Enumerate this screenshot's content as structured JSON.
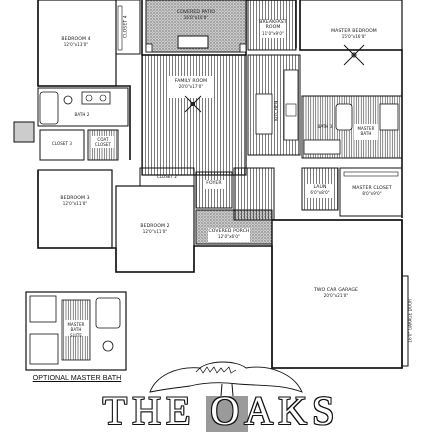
{
  "labels": {
    "bedroom4": {
      "name": "BEDROOM 4",
      "dim": "12'0\"x13'0\""
    },
    "closet4": {
      "name": "CLOSET 4"
    },
    "covered_patio": {
      "name": "COVERED PATIO",
      "dim": "16'0\"x10'0\""
    },
    "breakfast_room": {
      "name": "BREAKFAST ROOM",
      "dim": "11'0\"x9'0\""
    },
    "master_bedroom": {
      "name": "MASTER BEDROOM",
      "dim": "15'0\"x16'0\""
    },
    "family_room": {
      "name": "FAMILY ROOM",
      "dim": "20'0\"x17'0\""
    },
    "closet3": {
      "name": "CLOSET 3"
    },
    "coat_closet": {
      "name": "COAT CLOSET"
    },
    "kitchen": {
      "name": "KITCHEN"
    },
    "master_bath": {
      "name": "MASTER BATH"
    },
    "bedroom3": {
      "name": "BEDROOM 3",
      "dim": "12'0\"x11'0\""
    },
    "closet2": {
      "name": "CLOSET 2"
    },
    "bedroom2": {
      "name": "BEDROOM 2",
      "dim": "12'0\"x11'0\""
    },
    "foyer": {
      "name": "FOYER"
    },
    "laundry": {
      "name": "LAUN",
      "dim": "6'0\"x8'0\""
    },
    "master_closet": {
      "name": "MASTER CLOSET",
      "dim": "8'0\"x9'0\""
    },
    "covered_porch": {
      "name": "COVERED PORCH",
      "dim": "12'0\"x6'0\""
    },
    "garage": {
      "name": "TWO CAR GARAGE",
      "dim": "20'0\"x21'0\""
    },
    "bath2": {
      "name": "BATH 2"
    },
    "bath3": {
      "name": "BATH 3"
    },
    "master_bath_suite": {
      "name": "MASTER BATH SUITE"
    },
    "garage_door": {
      "name": "16'0\" GARAGE DOOR"
    },
    "optional_master_bath": "OPTIONAL MASTER BATH",
    "logo": "THE OAKS"
  },
  "colors": {
    "ink": "#111111",
    "paper": "#ffffff",
    "tile": "#9a9a9a"
  }
}
